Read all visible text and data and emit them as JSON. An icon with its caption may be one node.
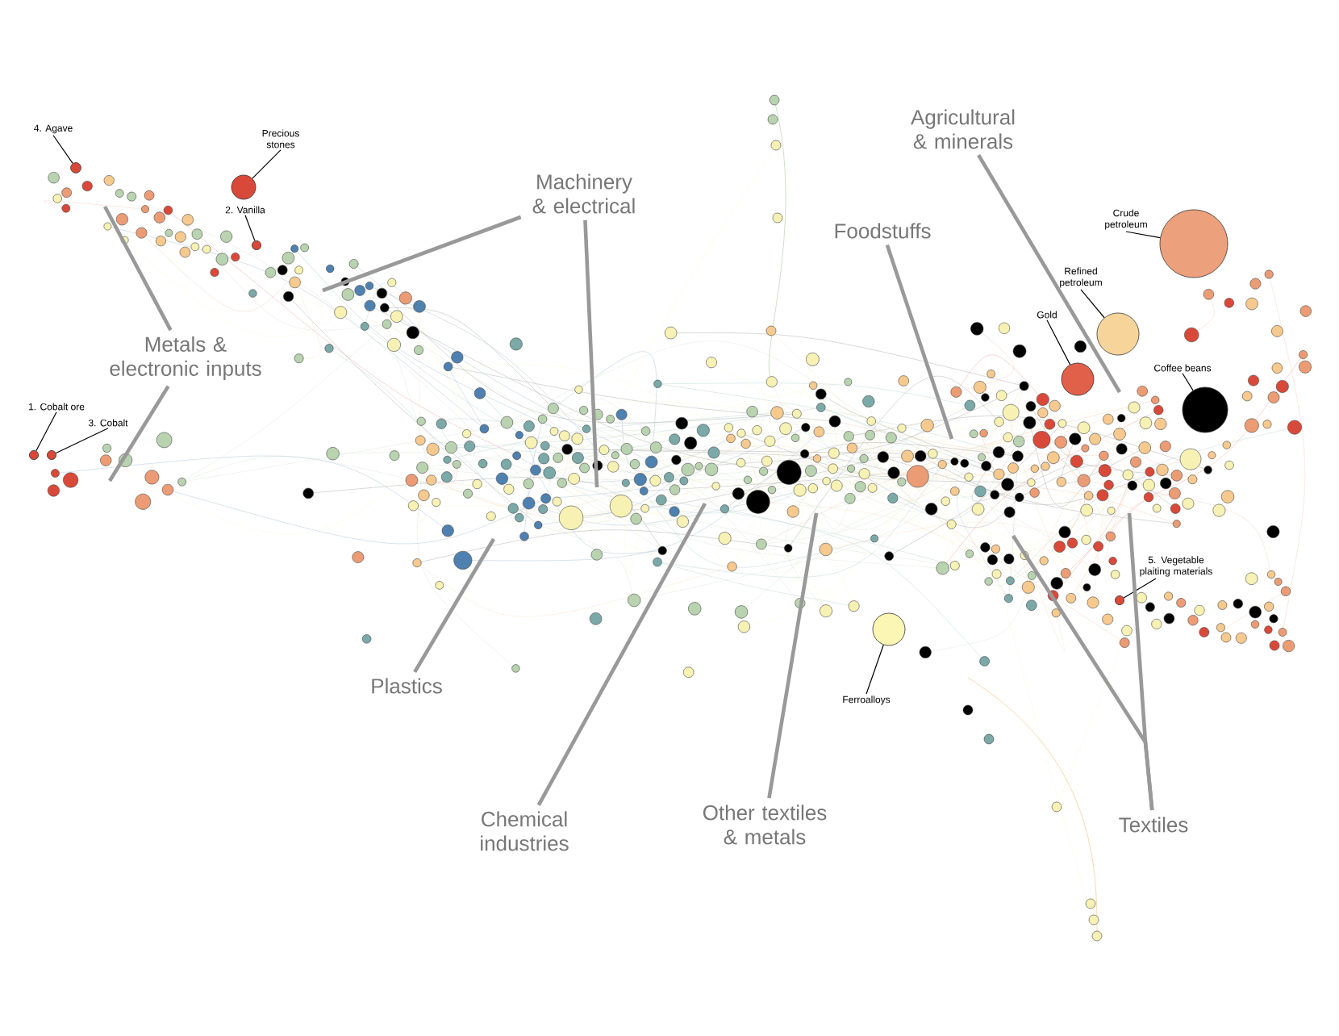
{
  "diagram": {
    "nodes": [
      {
        "text": [
          "4. Agave"
        ]
      },
      {
        "text": [
          "Precious stones"
        ]
      },
      {
        "text": [
          "Machinery & electrical"
        ]
      },
      {
        "text": [
          "Agricultural & minerals"
        ]
      },
      {
        "text": [
          "2. Vanilla"
        ]
      },
      {
        "text": [
          "Crude petroleum"
        ]
      },
      {
        "text": [
          "Foodstuffs"
        ]
      },
      {
        "text": [
          "Refined petroleum"
        ]
      },
      {
        "text": [
          "Gold"
        ]
      },
      {
        "text": [
          "Metals & electronic inputs"
        ]
      },
      {
        "text": [
          "Coffee beans"
        ]
      },
      {
        "text": [
          "1. Cobalt ore"
        ]
      },
      {
        "text": [
          "3. Cobalt"
        ]
      },
      {
        "text": [
          "5. Vegetable plaiting materials"
        ]
      },
      {
        "text": [
          "Plastics"
        ]
      },
      {
        "text": [
          "Ferroalloys"
        ]
      },
      {
        "text": [
          "Chemical industries"
        ]
      },
      {
        "text": [
          "Other textiles & metals"
        ]
      },
      {
        "text": [
          "Textiles"
        ]
      },
      {
        "text": [],
        "shape": "circle"
      },
      {
        "text": [],
        "shape": "circle"
      },
      {
        "text": [],
        "shape": "circle"
      },
      {
        "text": [],
        "shape": "circle"
      },
      {
        "text": [],
        "shape": "circle"
      },
      {
        "text": [],
        "shape": "circle"
      },
      {
        "text": [],
        "shape": "circle"
      },
      {
        "text": [],
        "shape": "circle"
      },
      {
        "text": [],
        "shape": "circle"
      },
      {
        "text": [],
        "shape": "circle"
      },
      {
        "text": [],
        "shape": "circle"
      }
    ],
    "edges": [
      {
        "from": 0,
        "to": 19,
        "arrow": "none"
      },
      {
        "from": 1,
        "to": 20,
        "arrow": "none"
      },
      {
        "from": 4,
        "to": 21,
        "arrow": "none"
      },
      {
        "from": 5,
        "to": 22,
        "arrow": "none"
      },
      {
        "from": 7,
        "to": 23,
        "arrow": "none"
      },
      {
        "from": 8,
        "to": 24,
        "arrow": "none"
      },
      {
        "from": 10,
        "to": 25,
        "arrow": "none"
      },
      {
        "from": 11,
        "to": 26,
        "arrow": "none"
      },
      {
        "from": 12,
        "to": 27,
        "arrow": "none"
      },
      {
        "from": 13,
        "to": 28,
        "arrow": "none"
      },
      {
        "from": 15,
        "to": 29,
        "arrow": "none"
      },
      {
        "from": 9,
        "to": null,
        "arrow": "none",
        "style": "thick",
        "color": "#999999"
      },
      {
        "from": 9,
        "to": null,
        "arrow": "none",
        "style": "thick",
        "color": "#999999"
      },
      {
        "from": 2,
        "to": null,
        "arrow": "none",
        "style": "thick",
        "color": "#999999"
      },
      {
        "from": 2,
        "to": null,
        "arrow": "none",
        "style": "thick",
        "color": "#999999"
      },
      {
        "from": 3,
        "to": null,
        "arrow": "none",
        "style": "thick",
        "color": "#999999"
      },
      {
        "from": 6,
        "to": null,
        "arrow": "none",
        "style": "thick",
        "color": "#999999"
      },
      {
        "from": 14,
        "to": null,
        "arrow": "none",
        "style": "thick",
        "color": "#999999"
      },
      {
        "from": 16,
        "to": null,
        "arrow": "none",
        "style": "thick",
        "color": "#999999"
      },
      {
        "from": 17,
        "to": null,
        "arrow": "none",
        "style": "thick",
        "color": "#999999"
      },
      {
        "from": 18,
        "to": null,
        "arrow": "none",
        "style": "thick",
        "color": "#999999"
      },
      {
        "from": 18,
        "to": null,
        "arrow": "none",
        "style": "thick",
        "color": "#999999"
      }
    ]
  }
}
